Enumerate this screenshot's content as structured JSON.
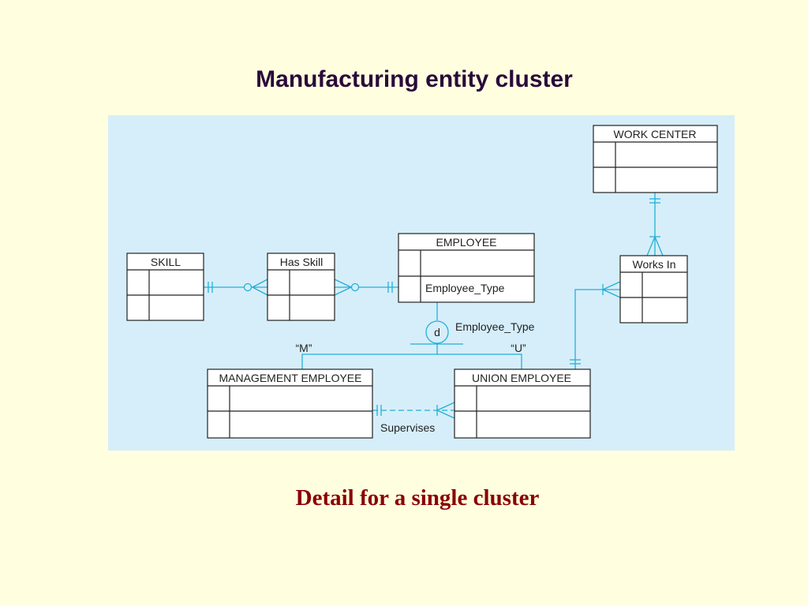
{
  "slide": {
    "title": "Manufacturing entity cluster",
    "caption": "Detail for a single cluster"
  },
  "colors": {
    "background": "#ffffe0",
    "panel": "#d6eef9",
    "line": "#22b0d8",
    "box_border": "#222222",
    "title": "#2a0a3a",
    "caption": "#8b0000"
  },
  "entities": {
    "work_center": "WORK CENTER",
    "works_in": "Works In",
    "employee": "EMPLOYEE",
    "employee_attribute": "Employee_Type",
    "skill": "SKILL",
    "has_skill": "Has Skill",
    "management_employee": "MANAGEMENT EMPLOYEE",
    "union_employee": "UNION EMPLOYEE"
  },
  "labels": {
    "subtype_symbol": "d",
    "discriminator": "Employee_Type",
    "subtype_m": "“M”",
    "subtype_u": "“U”",
    "supervises": "Supervises"
  }
}
